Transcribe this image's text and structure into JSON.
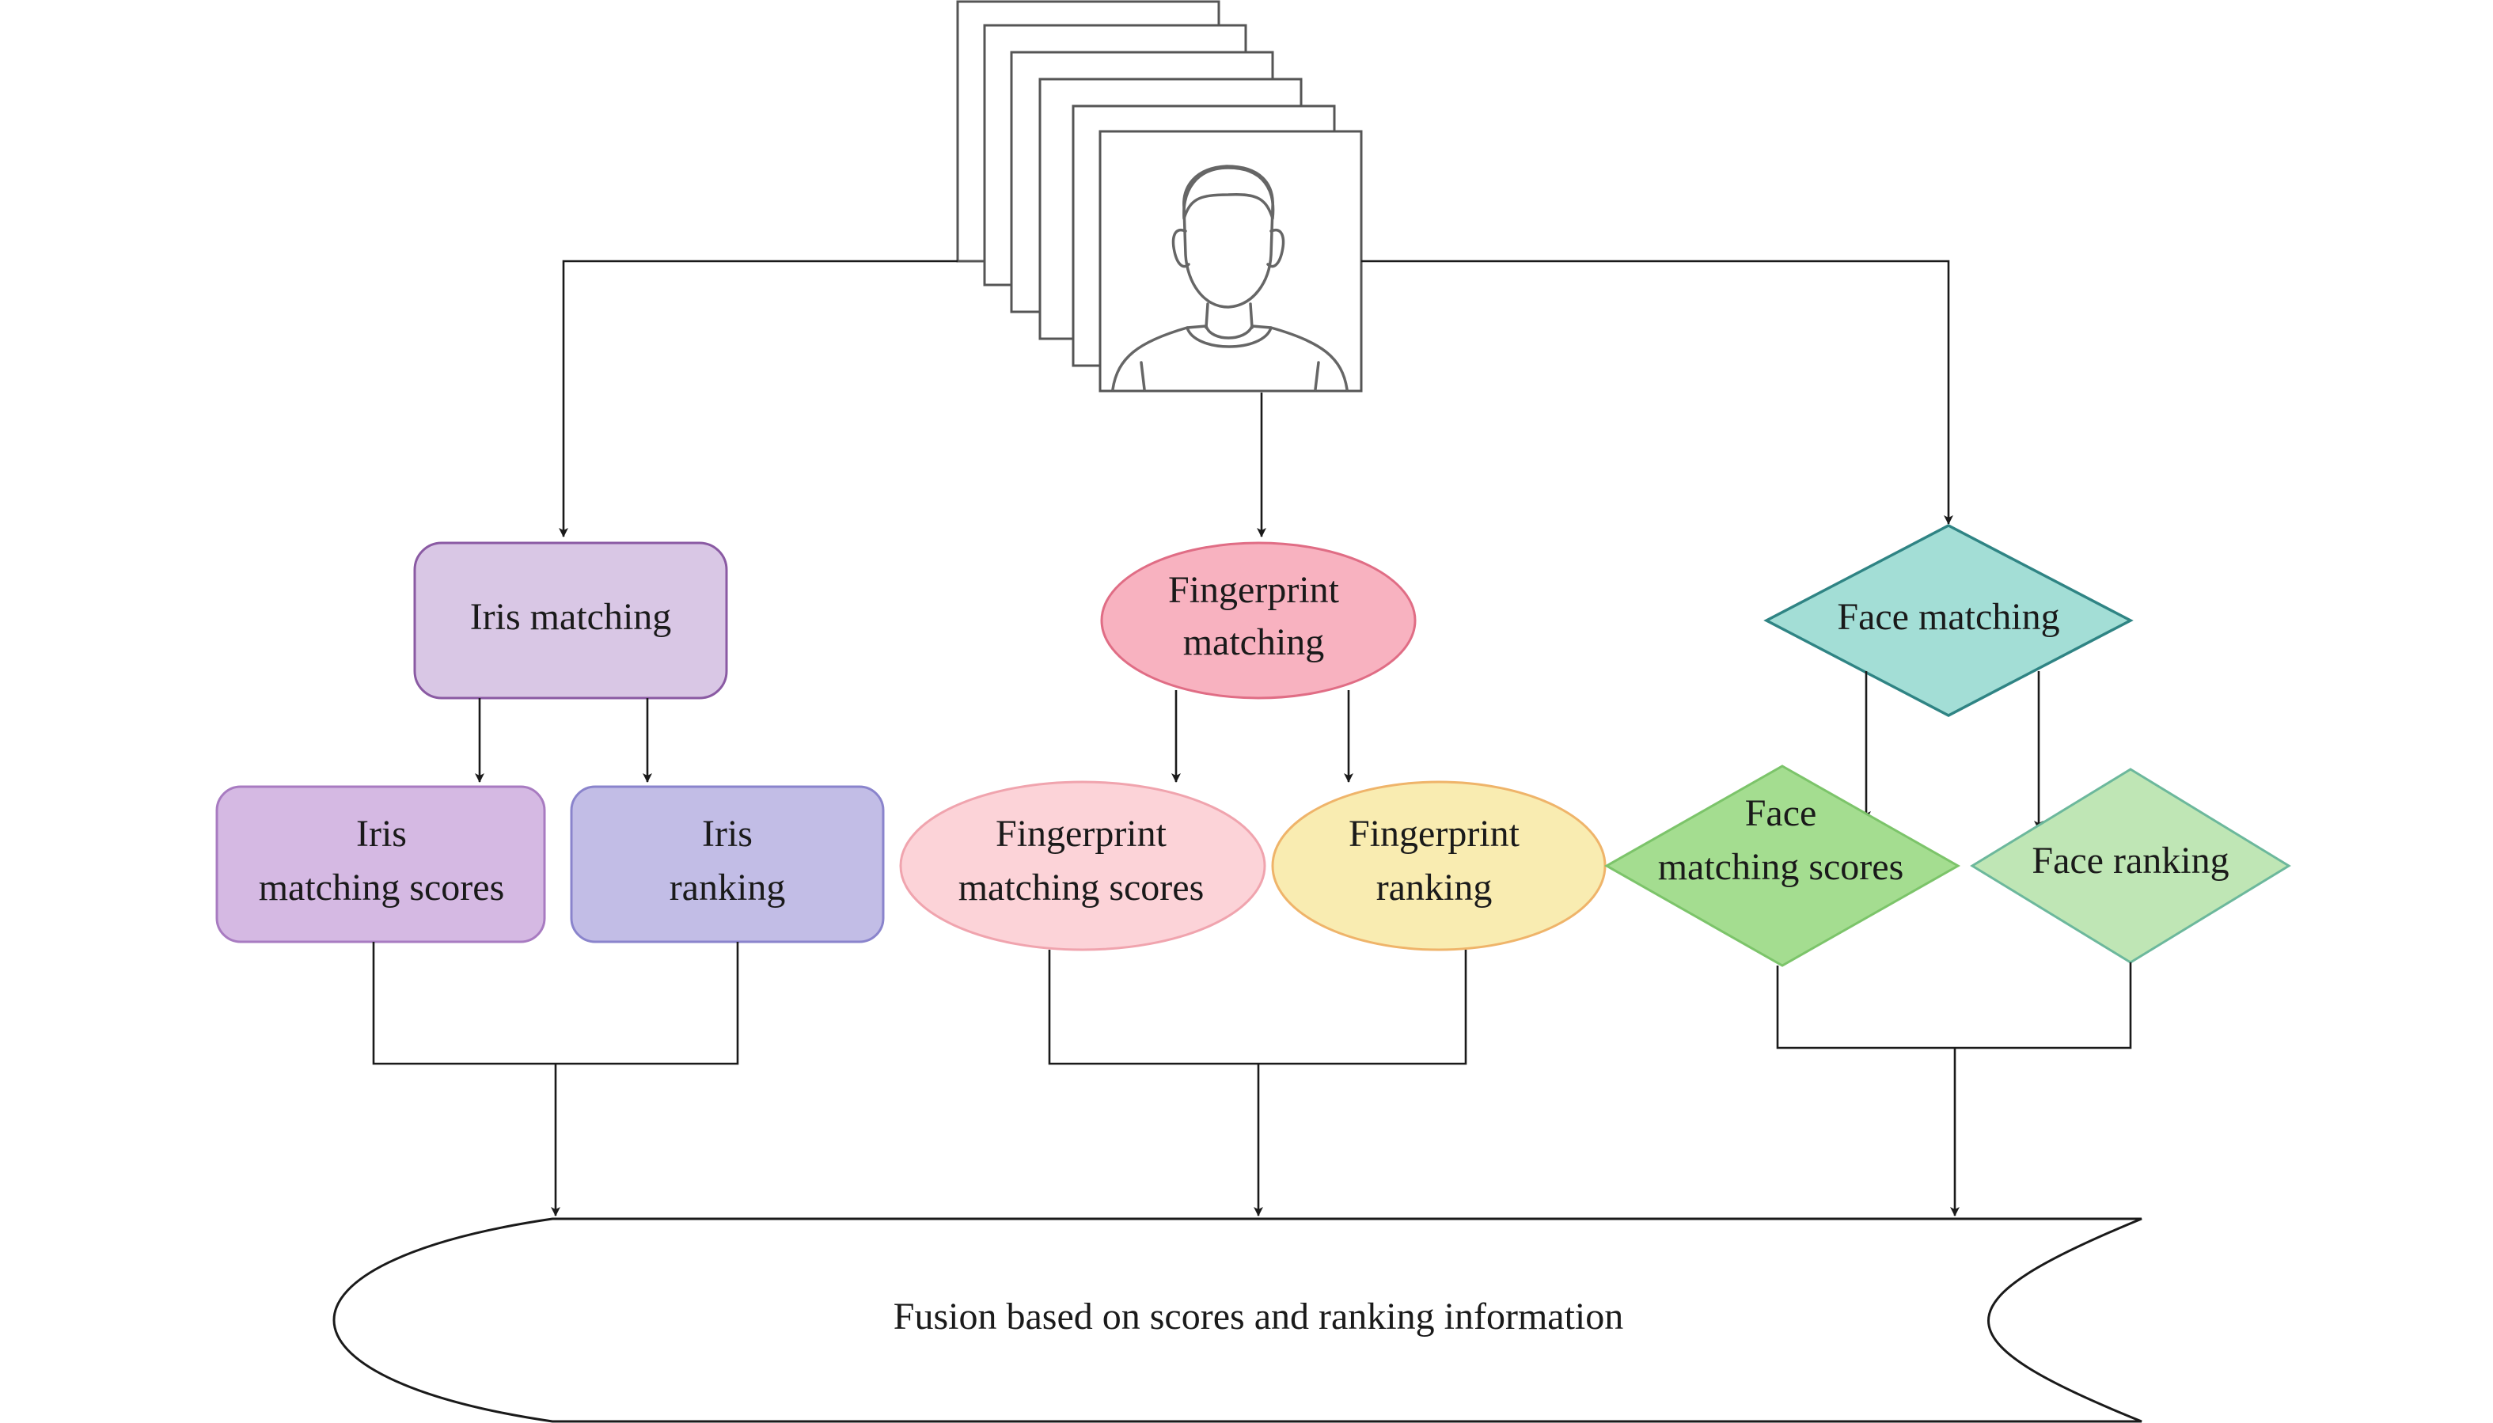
{
  "nodes": {
    "iris_matching": {
      "line1": "Iris matching",
      "fill": "#d9c7e5",
      "stroke": "#8a5aa3"
    },
    "iris_matching_scores": {
      "line1": "Iris",
      "line2": "matching scores",
      "fill": "#d5b9e3",
      "stroke": "#a87bc1"
    },
    "iris_ranking": {
      "line1": "Iris",
      "line2": "ranking",
      "fill": "#c2bde6",
      "stroke": "#8a84cc"
    },
    "fingerprint_matching": {
      "line1": "Fingerprint",
      "line2": "matching",
      "fill": "#f8b2c0",
      "stroke": "#e06d85"
    },
    "fingerprint_matching_scores": {
      "line1": "Fingerprint",
      "line2": "matching scores",
      "fill": "#fcd3d8",
      "stroke": "#f0a4ae"
    },
    "fingerprint_ranking": {
      "line1": "Fingerprint",
      "line2": "ranking",
      "fill": "#f9ecb1",
      "stroke": "#efb46a"
    },
    "face_matching": {
      "line1": "Face matching",
      "fill": "#a3ded6",
      "stroke": "#2f8484"
    },
    "face_matching_scores": {
      "line1": "Face",
      "line2": "matching scores",
      "fill": "#a4dd90",
      "stroke": "#7cc46a"
    },
    "face_ranking": {
      "line1": "Face ranking",
      "fill": "#bfe6b5",
      "stroke": "#6cb89c"
    },
    "fusion": {
      "line1": "Fusion based on scores and ranking information",
      "fill": "#ffffff",
      "stroke": "#1a1a1a"
    }
  },
  "icons": {
    "input": "stacked-face-photos-icon"
  }
}
